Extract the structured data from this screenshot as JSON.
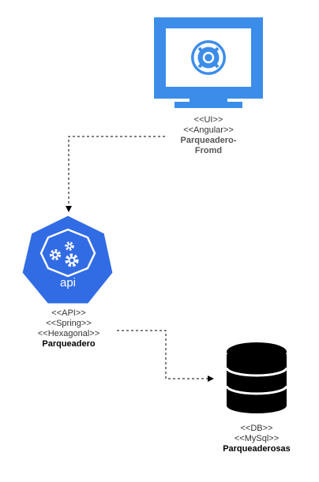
{
  "colors": {
    "monitor": "#3c8dea",
    "monitor_screen": "#ffffff",
    "api_badge": "#326ce5",
    "api_badge_border": "#ffffff",
    "icon_white": "#ffffff",
    "database": "#000000",
    "connector": "#000000"
  },
  "nodes": {
    "ui": {
      "icon": "monitor-lifebuoy-icon",
      "stereotypes": [
        "<<UI>>",
        "<<Angular>>"
      ],
      "name_line1": "Parqueadero-",
      "name_line2": "Fromd"
    },
    "api": {
      "icon": "heptagon-gears-icon",
      "badge_text": "api",
      "stereotypes": [
        "<<API>>",
        "<<Spring>>",
        "<<Hexagonal>>"
      ],
      "name": "Parqueadero"
    },
    "db": {
      "icon": "database-icon",
      "stereotypes": [
        "<<DB>>",
        "<<MySql>>"
      ],
      "name": "Parqueaderosas"
    }
  },
  "edges": [
    {
      "from": "ui",
      "to": "api",
      "style": "dashed",
      "arrow": "filled"
    },
    {
      "from": "api",
      "to": "db",
      "style": "dashed",
      "arrow": "filled"
    }
  ]
}
